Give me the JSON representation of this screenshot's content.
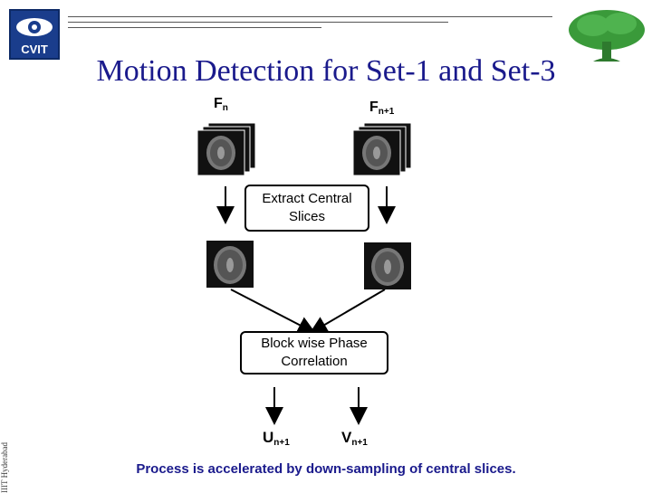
{
  "logo": {
    "text": "CVIT"
  },
  "title": "Motion Detection for Set-1 and Set-3",
  "labels": {
    "fn_main": "F",
    "fn_sub": "n",
    "fn1_main": "F",
    "fn1_sub": "n+1",
    "un_main": "U",
    "un_sub": "n+1",
    "vn_main": "V",
    "vn_sub": "n+1"
  },
  "boxes": {
    "extract": "Extract Central Slices",
    "correlation": "Block wise Phase Correlation"
  },
  "footer": "Process is accelerated by down-sampling of central slices.",
  "side_text": "IIIT Hyderabad",
  "colors": {
    "title": "#1a1a8c",
    "tree": "#2e8b2e"
  }
}
